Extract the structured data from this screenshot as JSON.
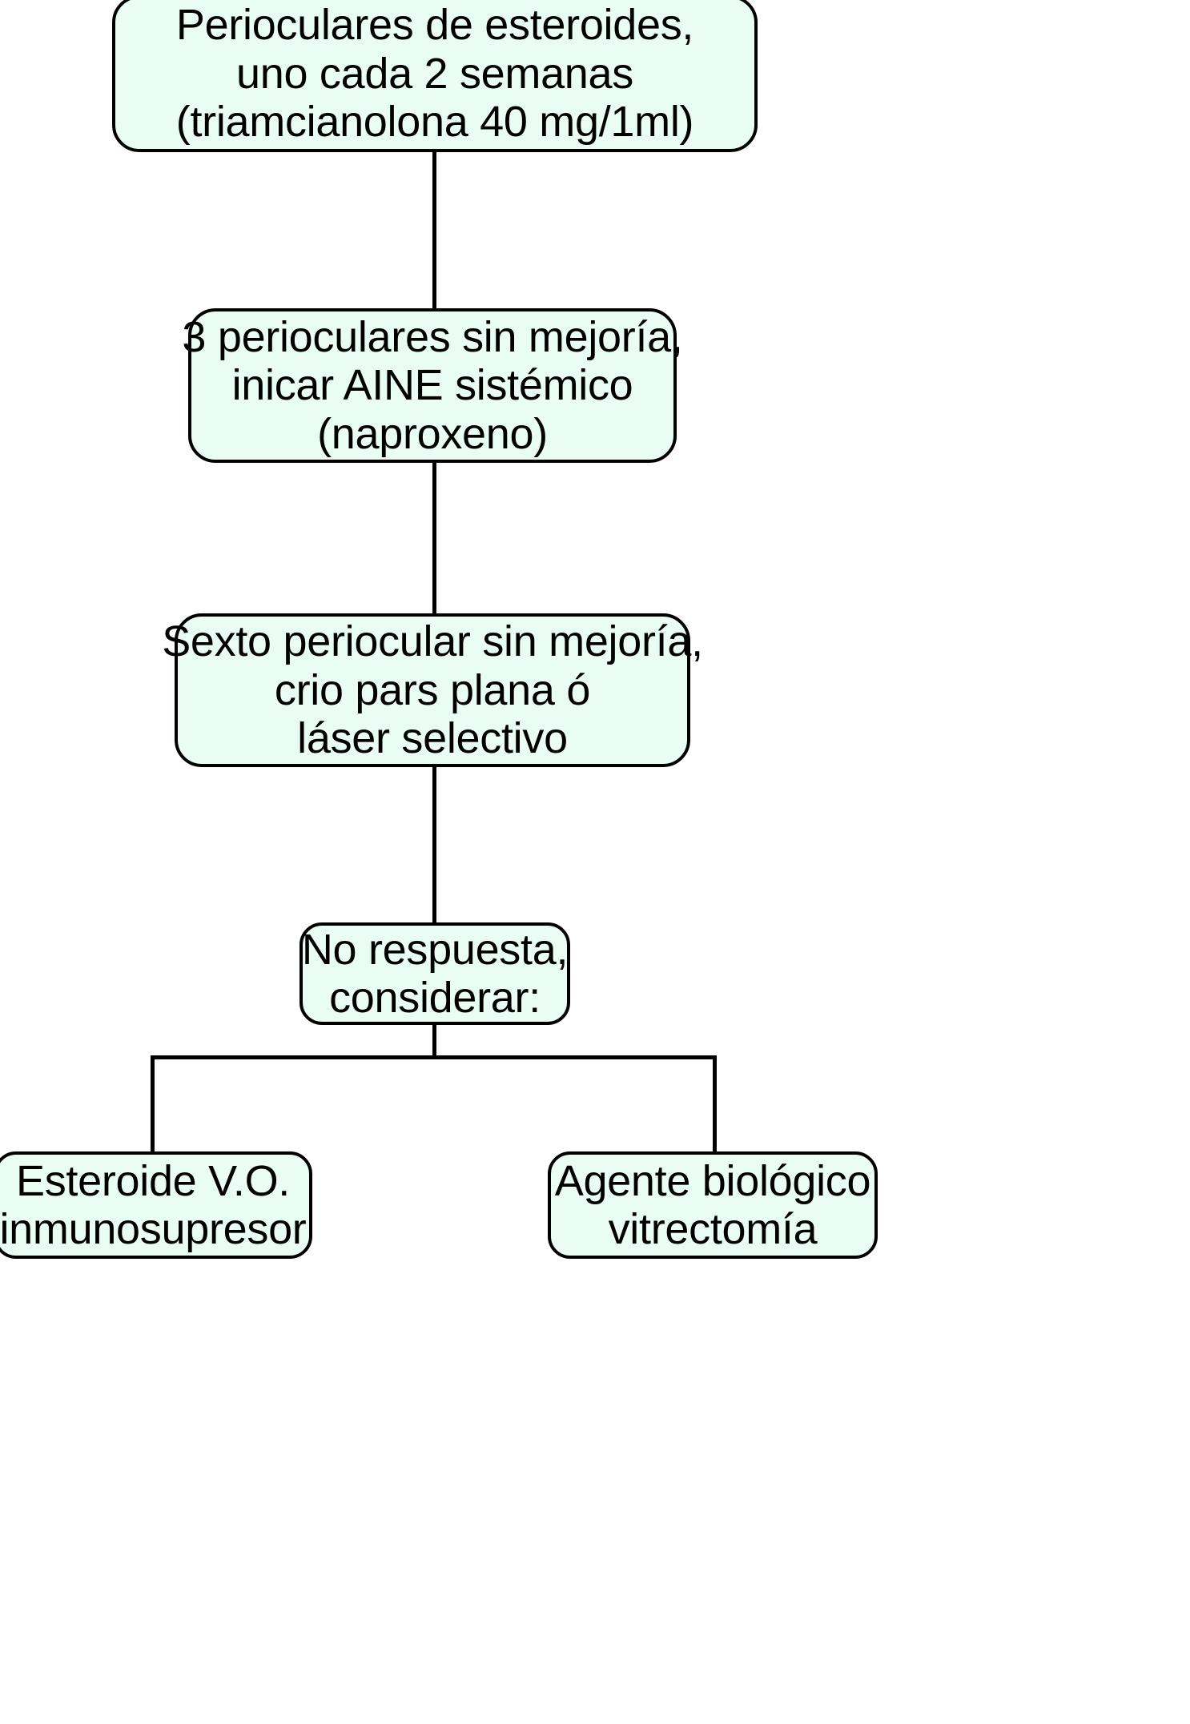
{
  "diagram": {
    "title": "Algoritmo de tratamiento periocular con esteroides",
    "language": "es",
    "fill_color": "#e9fdf4",
    "border_color": "#000000",
    "text_color": "#000000",
    "background_color": "#ffffff",
    "nodes": [
      {
        "id": "node-perioculares-esteroides",
        "lines": [
          "Perioculares de esteroides,",
          "uno cada 2 semanas",
          "(triamcianolona 40 mg/1ml)"
        ]
      },
      {
        "id": "node-tres-perioculares",
        "lines": [
          "3 perioculares sin mejoría,",
          "inicar AINE sistémico",
          "(naproxeno)"
        ]
      },
      {
        "id": "node-sexto-periocular",
        "lines": [
          "Sexto periocular sin mejoría,",
          "crio pars plana ó",
          "láser selectivo"
        ]
      },
      {
        "id": "node-no-respuesta",
        "lines": [
          "No respuesta,",
          "considerar:"
        ]
      },
      {
        "id": "node-esteroide-vo",
        "lines": [
          "Esteroide V.O.",
          "inmunosupresor"
        ]
      },
      {
        "id": "node-agente-biologico",
        "lines": [
          "Agente biológico",
          "vitrectomía"
        ]
      }
    ]
  }
}
